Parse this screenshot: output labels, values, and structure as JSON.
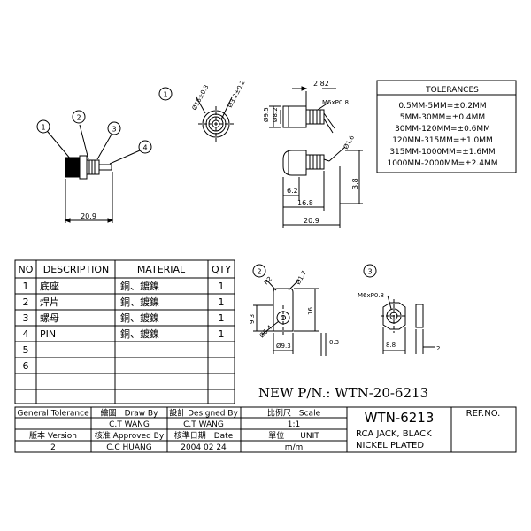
{
  "callouts": [
    "1",
    "2",
    "3",
    "4"
  ],
  "views": [
    "1",
    "2",
    "3"
  ],
  "dims": {
    "d1": "Ø16±0.3",
    "d2": "Ø3.2±0.2",
    "side_282": "2.82",
    "thread": "M6xP0.8",
    "h95": "Ø9.5",
    "h82": "Ø8.2",
    "d16": "Ø1.6",
    "l62": "6.2",
    "l168": "16.8",
    "l38": "3.8",
    "l209": "20.9",
    "l209b": "20.9",
    "r2": "R2",
    "d17": "Ø1.7",
    "h93": "9.3",
    "h16": "16",
    "d64": "Ø6.4",
    "d93": "Ø9.3",
    "t03": "0.3",
    "nut_thread": "M6xP0.8",
    "nut_w": "8.8",
    "nut_t": "2"
  },
  "tolerances": {
    "title": "TOLERANCES",
    "rows": [
      "0.5MM-5MM=±0.2MM",
      "5MM-30MM=±0.4MM",
      "30MM-120MM=±0.6MM",
      "120MM-315MM=±1.0MM",
      "315MM-1000MM=±1.6MM",
      "1000MM-2000MM=±2.4MM"
    ]
  },
  "bom": {
    "headers": [
      "NO",
      "DESCRIPTION",
      "MATERIAL",
      "QTY"
    ],
    "rows": [
      {
        "no": "1",
        "desc": "底座",
        "mat": "銅、鍍鎳",
        "qty": "1"
      },
      {
        "no": "2",
        "desc": "焊片",
        "mat": "銅、鍍鎳",
        "qty": "1"
      },
      {
        "no": "3",
        "desc": "螺母",
        "mat": "銅、鍍鎳",
        "qty": "1"
      },
      {
        "no": "4",
        "desc": "PIN",
        "mat": "銅、鍍鎳",
        "qty": "1"
      },
      {
        "no": "5",
        "desc": "",
        "mat": "",
        "qty": ""
      },
      {
        "no": "6",
        "desc": "",
        "mat": "",
        "qty": ""
      }
    ]
  },
  "new_pn": "NEW P/N.: WTN-20-6213",
  "title_block": {
    "general_tolerance": "General Tolerance",
    "draw_by_label": "繪圖　Draw By",
    "designed_by_label": "設計 Designed By",
    "scale_label": "比例尺　Scale",
    "draw_by": "C.T WANG",
    "designed_by": "C.T WANG",
    "scale": "1:1",
    "version_label": "版本 Version",
    "approved_by_label": "核准 Approved By",
    "date_label": "核準日期　Date",
    "unit_label": "單位　　UNIT",
    "version": "2",
    "approved_by": "C.C HUANG",
    "date": "2004 02 24",
    "unit": "m/m",
    "part_no": "WTN-6213",
    "description_1": "RCA JACK, BLACK",
    "description_2": "NICKEL PLATED",
    "ref_no_label": "REF.NO."
  }
}
